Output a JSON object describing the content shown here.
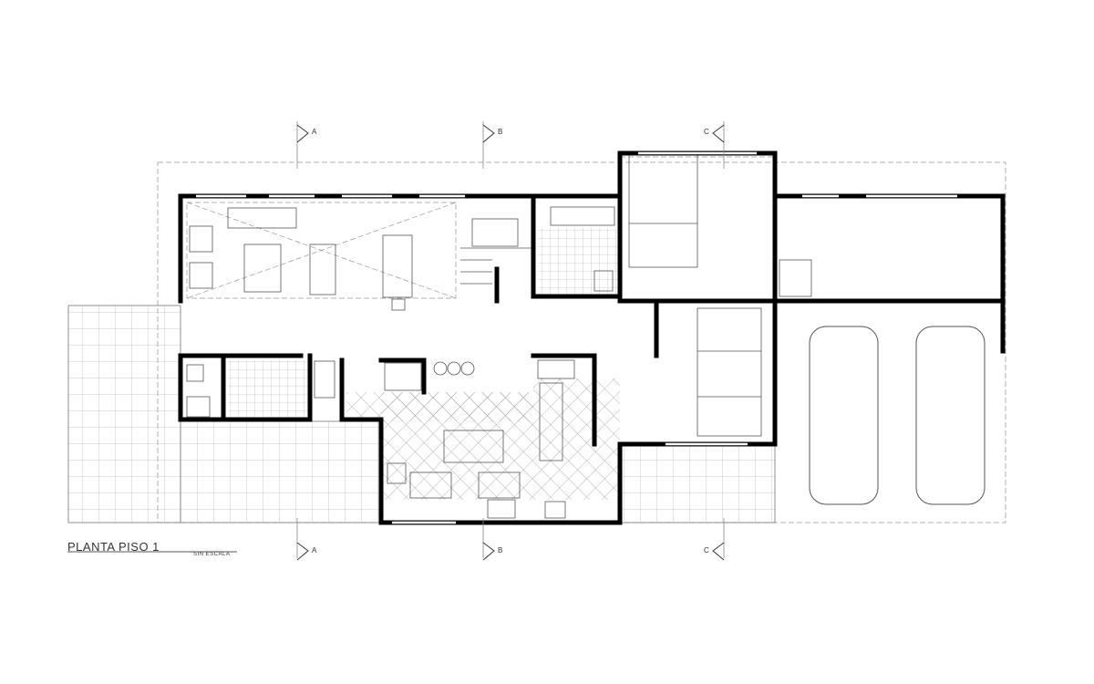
{
  "drawing": {
    "title": "PLANTA PISO 1",
    "subtitle": "SIN ESCALA"
  },
  "section_markers": [
    {
      "label": "A"
    },
    {
      "label": "B"
    },
    {
      "label": "C"
    },
    {
      "label": "A"
    },
    {
      "label": "B"
    },
    {
      "label": "C"
    }
  ],
  "colors": {
    "wall": "#000000",
    "line": "#555555",
    "tile": "#bbbbbb"
  }
}
